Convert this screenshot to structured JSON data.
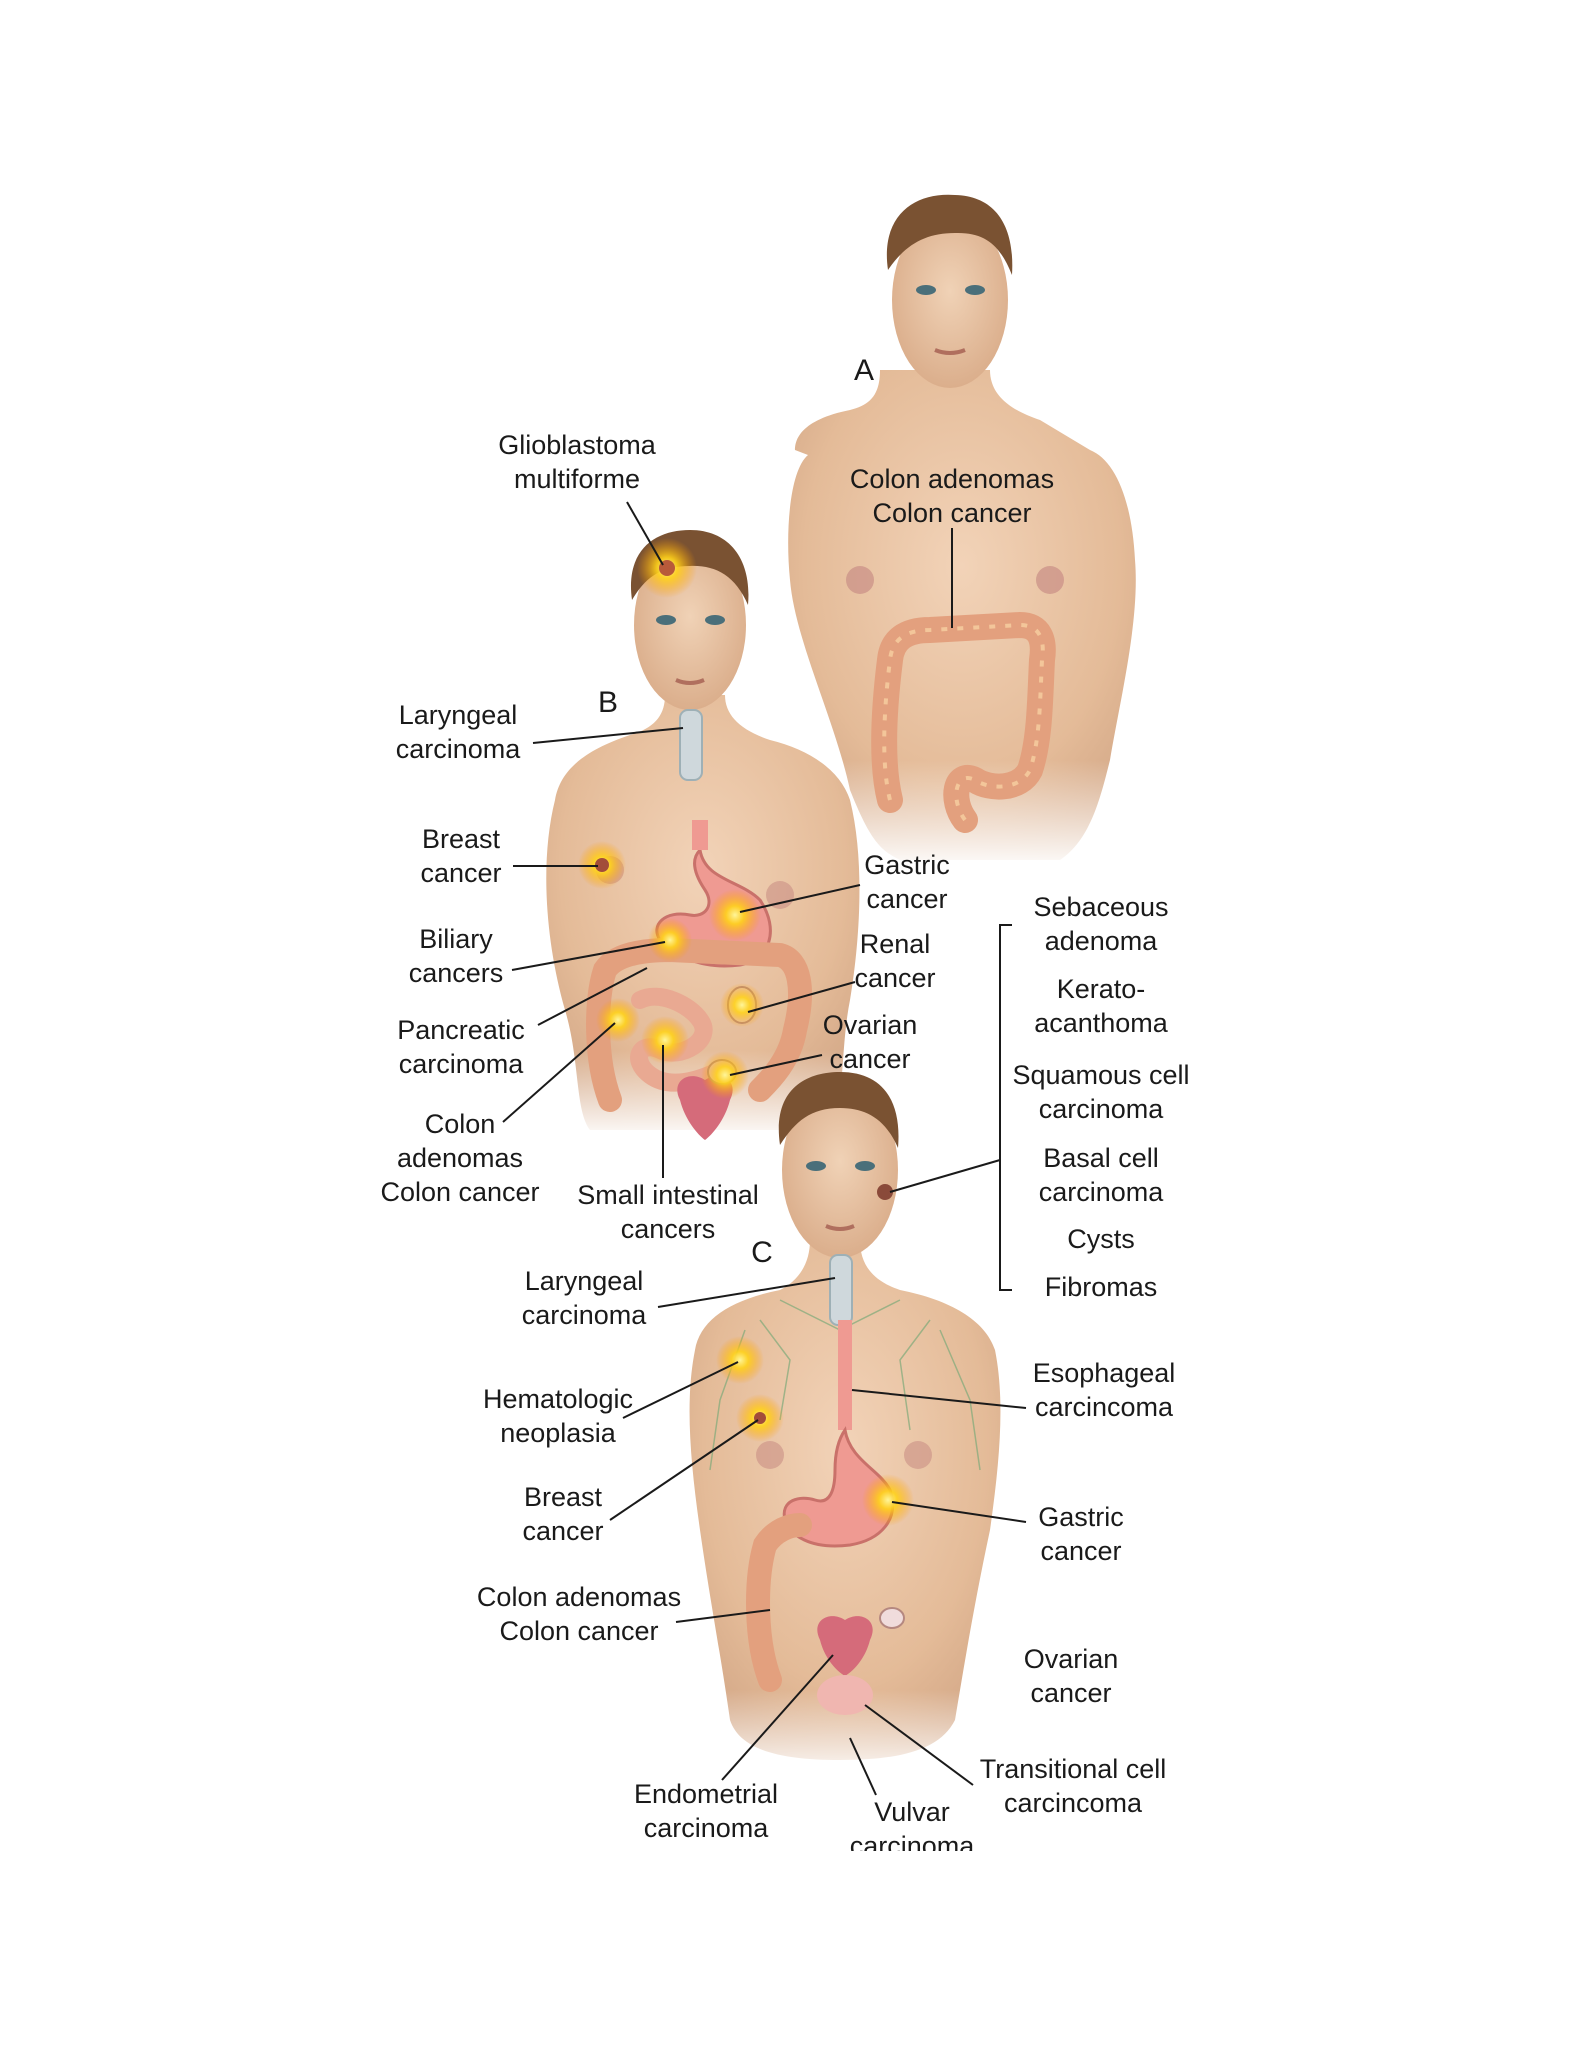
{
  "panels": {
    "a": {
      "letter": "A",
      "colon": [
        "Colon adenomas",
        "Colon cancer"
      ]
    },
    "b": {
      "letter": "B",
      "glioblastoma": [
        "Glioblastoma",
        "multiforme"
      ],
      "laryngeal": [
        "Laryngeal",
        "carcinoma"
      ],
      "breast": [
        "Breast",
        "cancer"
      ],
      "biliary": [
        "Biliary",
        "cancers"
      ],
      "pancreatic": [
        "Pancreatic",
        "carcinoma"
      ],
      "colon": [
        "Colon",
        "adenomas",
        "Colon cancer"
      ],
      "small_intestinal": [
        "Small intestinal",
        "cancers"
      ],
      "gastric": [
        "Gastric",
        "cancer"
      ],
      "renal": [
        "Renal",
        "cancer"
      ],
      "ovarian": [
        "Ovarian",
        "cancer"
      ]
    },
    "c": {
      "letter": "C",
      "skin_lesions": [
        [
          "Sebaceous",
          "adenoma"
        ],
        [
          "Kerato-",
          "acanthoma"
        ],
        [
          "Squamous cell",
          "carcinoma"
        ],
        [
          "Basal cell",
          "carcinoma"
        ],
        [
          "Cysts"
        ],
        [
          "Fibromas"
        ]
      ],
      "laryngeal": [
        "Laryngeal",
        "carcinoma"
      ],
      "hematologic": [
        "Hematologic",
        "neoplasia"
      ],
      "breast": [
        "Breast",
        "cancer"
      ],
      "colon": [
        "Colon adenomas",
        "Colon cancer"
      ],
      "esophageal": [
        "Esophageal",
        "carcincoma"
      ],
      "gastric": [
        "Gastric",
        "cancer"
      ],
      "ovarian": [
        "Ovarian",
        "cancer"
      ],
      "endometrial": [
        "Endometrial",
        "carcinoma"
      ],
      "vulvar": [
        "Vulvar",
        "carcinoma"
      ],
      "transitional": [
        "Transitional cell",
        "carcincoma"
      ]
    }
  },
  "colors": {
    "skin": "#e8c2a0",
    "skin_shadow": "#c99a76",
    "hair": "#7a5232",
    "colon": "#e3a07e",
    "stomach": "#ef9a92",
    "tumor_glow": "#ffd21a",
    "leader": "#1a1a1a"
  }
}
